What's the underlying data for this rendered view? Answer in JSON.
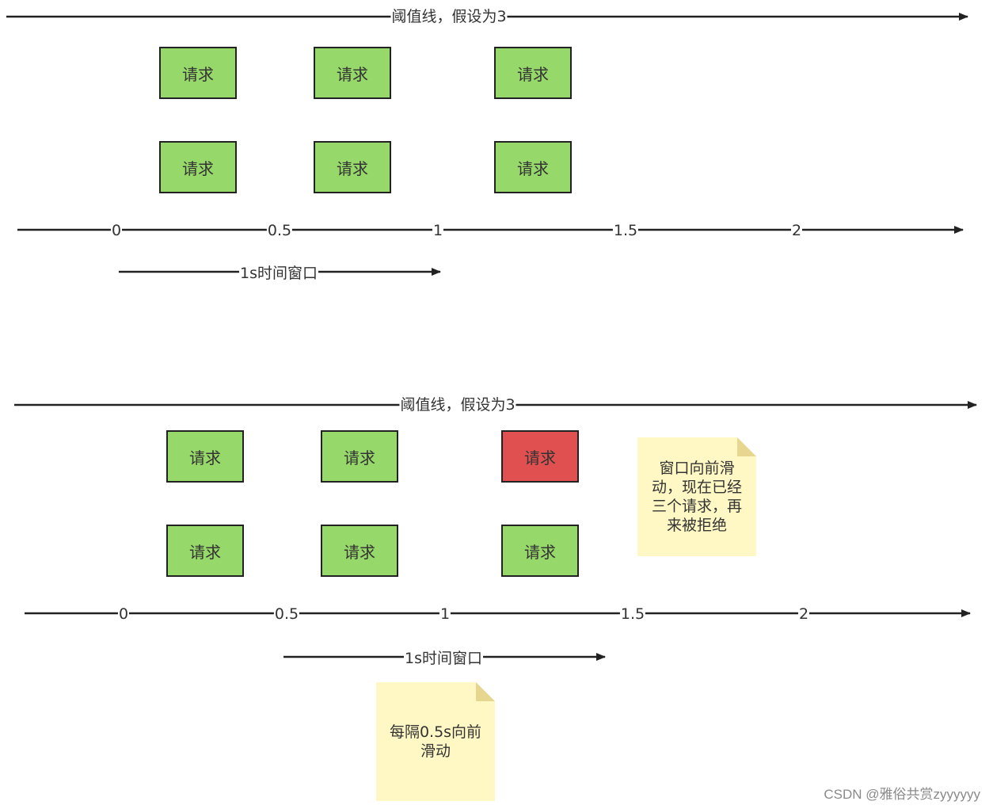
{
  "panel_top": {
    "threshold_label": "阈值线，假设为3",
    "requests": [
      "请求",
      "请求",
      "请求",
      "请求",
      "请求",
      "请求"
    ],
    "ticks": [
      "0",
      "0.5",
      "1",
      "1.5",
      "2"
    ],
    "window_label": "1s时间窗口"
  },
  "panel_bottom": {
    "threshold_label": "阈值线，假设为3",
    "requests": [
      "请求",
      "请求",
      "请求",
      "请求",
      "请求",
      "请求"
    ],
    "rejected_request_index": 2,
    "ticks": [
      "0",
      "0.5",
      "1",
      "1.5",
      "2"
    ],
    "window_label": "1s时间窗口",
    "note_reject": "窗口向前滑动，现在已经三个请求，再来被拒绝",
    "note_slide": "每隔0.5s向前滑动"
  },
  "colors": {
    "accepted": "#97d86a",
    "rejected": "#e05050",
    "note": "#fff8c4"
  },
  "watermark": "CSDN @雅俗共赏zyyyyyy"
}
